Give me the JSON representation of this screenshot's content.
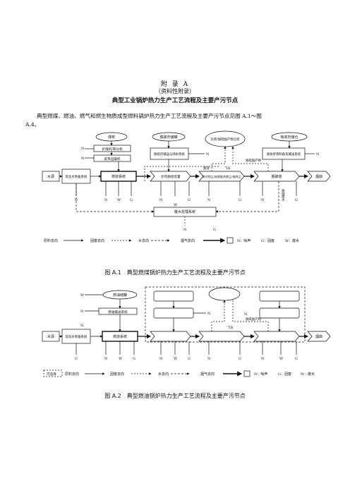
{
  "header": {
    "appendix": "附 录 A",
    "note": "（资料性附录）",
    "title": "典型工业锅炉热力生产工艺流程及主要产污节点"
  },
  "intro": {
    "line1": "典型燃煤、燃油、燃气和燃生物质成型燃料锅炉热力生产工艺流程及主要产污节点见图 A.1～图",
    "line2": "A.4。"
  },
  "figure1": {
    "caption": "图 A.1　典型燃煤锅炉热力生产工艺流程及主要产污节点",
    "nodes": {
      "coal": "煤炭",
      "coal_prep": "炉煤机/筛分机",
      "coal_convey": "皮带运输机",
      "desulf_agent": "脱硫剂储罐",
      "desulf_agent_conveyor": "脱硫剂输送与喷射系统",
      "ash_silo": "灰库/脱硫副产物仓库",
      "absorbent_store": "吸收剂储仓",
      "absorbent_prep": "吸收浆液制备及输送系统",
      "water_source": "水源",
      "softening": "软化水制备系统",
      "combustion": "燃烧系统",
      "furnace_desulf": "炉内脱硫装置",
      "dust_removal": "袋式除尘/电袋复合除尘/电除尘",
      "desulf_tower": "脱硫塔",
      "chimney": "烟囱",
      "wastewater": "废水处理系统",
      "fly_ash": "飞灰",
      "flue_gas": "烟渣",
      "desulf_byproduct": "脱硫副产物",
      "desulf_wastewater": "脱硫废水"
    },
    "pollutant_marks": {
      "n": "N",
      "g": "G",
      "w": "W"
    },
    "legend": {
      "raw": "原料去向",
      "solid": "固废去向",
      "water": "水去向",
      "gas": "烟气去向",
      "noise": "N：噪声",
      "solid_waste": "G：固废",
      "waste_water": "W：废水"
    }
  },
  "figure2": {
    "caption": "图 A.2　典型燃油锅炉热力生产工艺流程及主要产污节点",
    "nodes": {
      "oil_tank": "燃油储罐",
      "oil_convey": "燃油输送系统",
      "water_source": "水源",
      "softening": "软化水制备系统",
      "combustion": "燃烧系统",
      "chimney": "烟囱",
      "byproduct": "脱硫副产物",
      "fly_ash": "飞灰"
    },
    "legend": {
      "optional": "可选择",
      "raw": "原料去向",
      "solid": "固废去向",
      "water": "水去向",
      "gas": "烟气去向",
      "noise": "N：噪声",
      "solid_waste": "G：固废",
      "waste_water": "W：废水"
    }
  }
}
